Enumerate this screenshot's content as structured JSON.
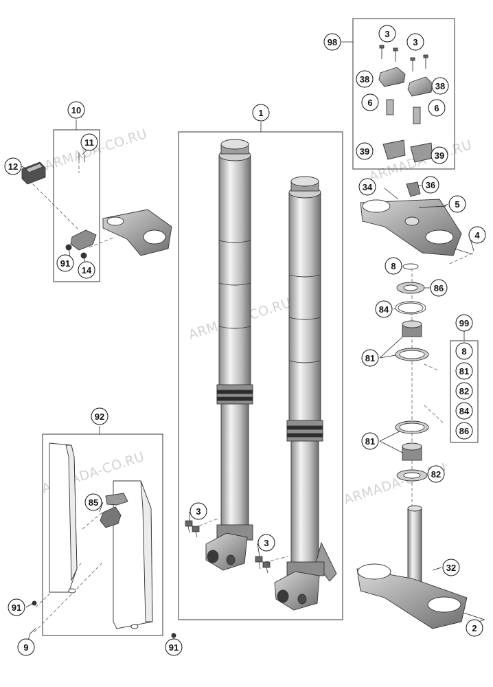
{
  "watermark": "ARMADA-CO.RU",
  "callouts": {
    "c1": "1",
    "c2": "2",
    "c3a": "3",
    "c3b": "3",
    "c3c": "3",
    "c3d": "3",
    "c4": "4",
    "c5": "5",
    "c6a": "6",
    "c6b": "6",
    "c8": "8",
    "c9": "9",
    "c10": "10",
    "c11": "11",
    "c12": "12",
    "c14": "14",
    "c32": "32",
    "c34": "34",
    "c36": "36",
    "c38a": "38",
    "c38b": "38",
    "c39a": "39",
    "c39b": "39",
    "c81a": "81",
    "c81b": "81",
    "c82": "82",
    "c84": "84",
    "c85": "85",
    "c86": "86",
    "c91a": "91",
    "c91b": "91",
    "c91c": "91",
    "c92": "92",
    "c98": "98",
    "c99": "99"
  },
  "kit_99_items": [
    "8",
    "81",
    "82",
    "84",
    "86"
  ]
}
